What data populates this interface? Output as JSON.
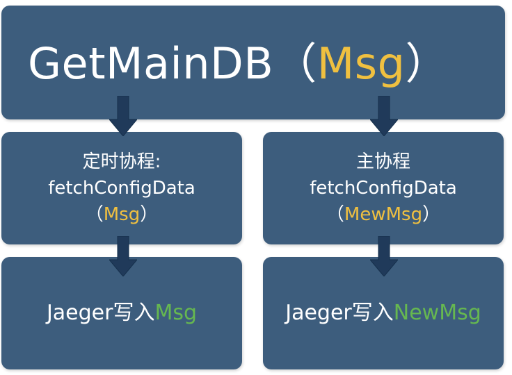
{
  "top": {
    "func": "GetMainDB",
    "open_paren": "（",
    "arg": "Msg",
    "close_paren": "）"
  },
  "left_mid": {
    "line1": "定时协程:",
    "line2": "fetchConfigData",
    "open_paren": "（",
    "arg": "Msg",
    "close_paren": "）"
  },
  "right_mid": {
    "line1": "主协程",
    "line2": "fetchConfigData",
    "open_paren": "（",
    "arg": "MewMsg",
    "close_paren": "）"
  },
  "left_bottom": {
    "prefix": "Jaeger写入",
    "target": "Msg"
  },
  "right_bottom": {
    "prefix": "Jaeger写入",
    "target": "NewMsg"
  },
  "colors": {
    "box_fill": "#3d5d7d",
    "arrow_fill": "#203a5a",
    "highlight_yellow": "#f0c040",
    "highlight_green": "#66b850",
    "text": "#ffffff"
  }
}
